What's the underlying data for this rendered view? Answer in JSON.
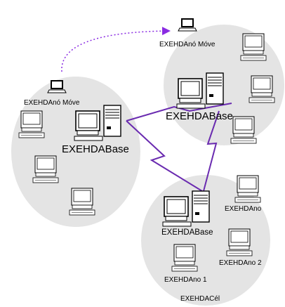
{
  "diagram": {
    "labels": {
      "mobile_node_moved": "EXEHDAnó Móve",
      "mobile_node_origin": "EXEHDAnó Móve",
      "base_top_right": "EXEHDABase",
      "base_left": "EXEHDABase",
      "base_bottom": "EXEHDABase",
      "node_right": "EXEHDAno",
      "node_2": "EXEHDAno 2",
      "node_1": "EXEHDAno 1",
      "cell": "EXEHDACél"
    },
    "colors": {
      "cell_fill": "#e4e4e4",
      "wan_link": "#6a2bb0",
      "migration_arrow": "#8a2be2",
      "outline": "#000000"
    },
    "icons": [
      "desktop-computer-icon",
      "server-tower-icon",
      "laptop-icon"
    ]
  }
}
